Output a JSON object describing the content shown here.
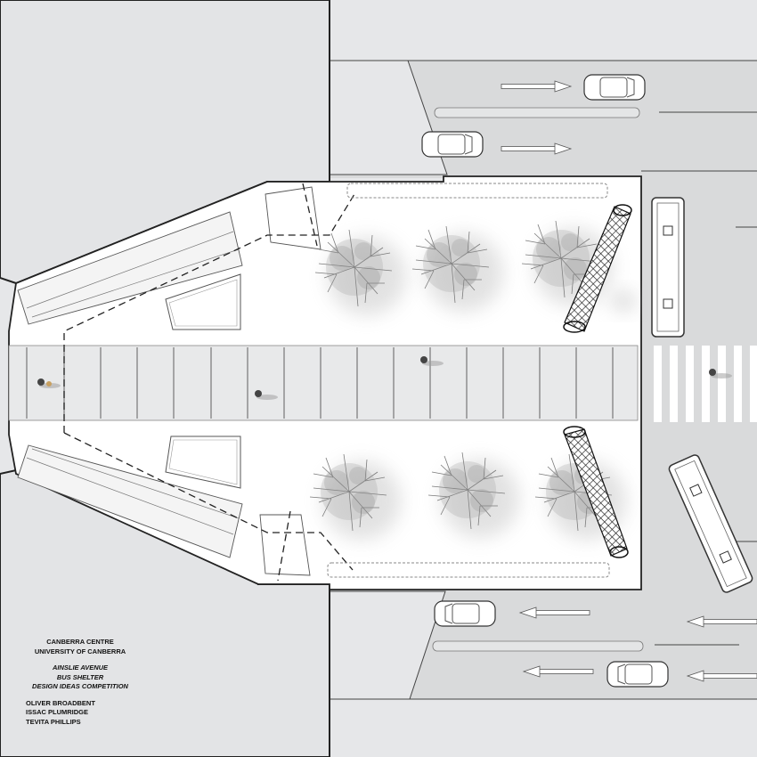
{
  "caption": {
    "org_line_1": "CANBERRA CENTRE",
    "org_line_2": "UNIVERSITY OF CANBERRA",
    "project_line_1": "AINSLIE AVENUE",
    "project_line_2": "BUS SHELTER",
    "project_line_3": "DESIGN IDEAS COMPETITION",
    "authors": [
      "OLIVER BROADBENT",
      "ISSAC PLUMRIDGE",
      "TEVITA PHILLIPS"
    ]
  },
  "colors": {
    "background": "#e6e7e9",
    "road": "#d7d8d9",
    "plaza": "#ffffff",
    "walkway": "#e8e9ea",
    "linework": "#1a1a1a",
    "tree": "#8a8a8a",
    "mesh_tube": "#1a1a1a"
  },
  "icons": [
    "tree-canopy",
    "bus-topview",
    "car-topview",
    "pedestrian",
    "arrow-left",
    "arrow-right",
    "lattice-tube"
  ]
}
